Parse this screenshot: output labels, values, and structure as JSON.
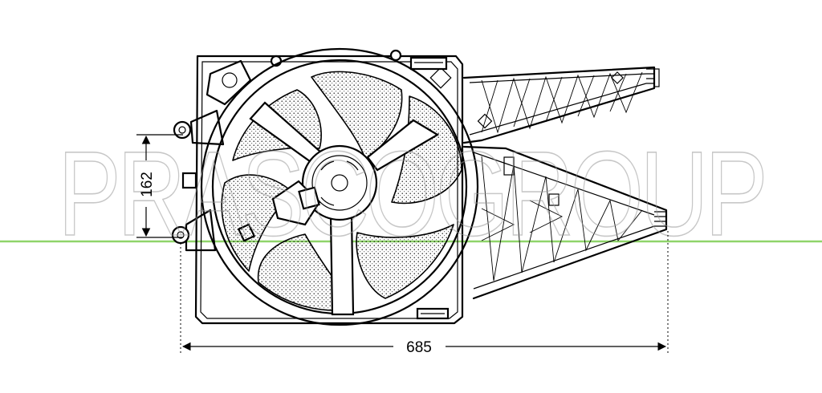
{
  "watermark": {
    "text": "PRASCOGROUP"
  },
  "dimensions": {
    "height_label": "162",
    "width_label": "685"
  },
  "colors": {
    "line": "#000000",
    "watermark": "#9a9a9a",
    "divider": "#8fd46a"
  }
}
